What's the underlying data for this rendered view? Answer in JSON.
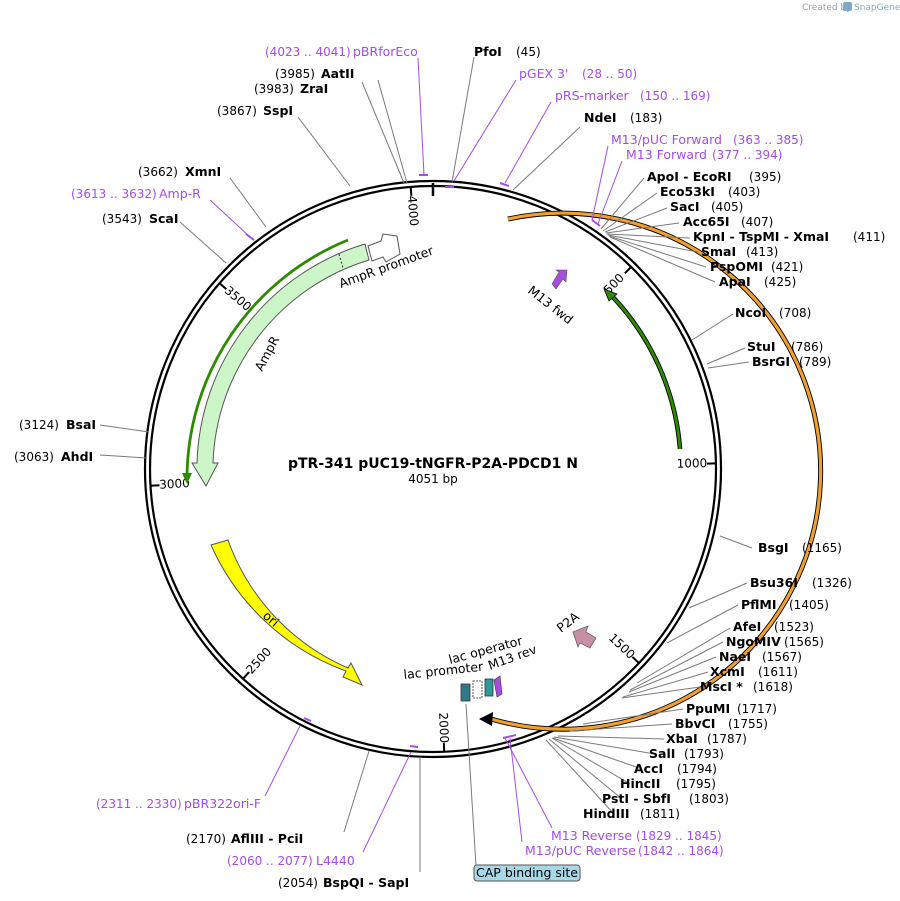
{
  "credit": {
    "prefix": "Created by",
    "brand": "SnapGene"
  },
  "plasmid": {
    "name": "pTR-341 pUC19-tNGFR-P2A-PDCD1 N",
    "length": 4051,
    "length_label": "4051 bp"
  },
  "ticks": [
    "500",
    "1000",
    "1500",
    "2000",
    "2500",
    "3000",
    "3500",
    "4000"
  ],
  "sites": [
    {
      "name": "PfoI",
      "pos": "(45)"
    },
    {
      "name": "NdeI",
      "pos": "(183)"
    },
    {
      "name": "ApoI  -  EcoRI",
      "pos": "(395)"
    },
    {
      "name": "Eco53kI",
      "pos": "(403)"
    },
    {
      "name": "SacI",
      "pos": "(405)"
    },
    {
      "name": "Acc65I",
      "pos": "(407)"
    },
    {
      "name": "KpnI  -  TspMI  -  XmaI",
      "pos": "(411)"
    },
    {
      "name": "SmaI",
      "pos": "(413)"
    },
    {
      "name": "PspOMI",
      "pos": "(421)"
    },
    {
      "name": "ApaI",
      "pos": "(425)"
    },
    {
      "name": "NcoI",
      "pos": "(708)"
    },
    {
      "name": "StuI",
      "pos": "(786)"
    },
    {
      "name": "BsrGI",
      "pos": "(789)"
    },
    {
      "name": "BsgI",
      "pos": "(1165)"
    },
    {
      "name": "Bsu36I",
      "pos": "(1326)"
    },
    {
      "name": "PflMI",
      "pos": "(1405)"
    },
    {
      "name": "AfeI",
      "pos": "(1523)"
    },
    {
      "name": "NgoMIV",
      "pos": "(1565)"
    },
    {
      "name": "NaeI",
      "pos": "(1567)"
    },
    {
      "name": "XcmI",
      "pos": "(1611)"
    },
    {
      "name": "MscI *",
      "pos": "(1618)"
    },
    {
      "name": "PpuMI",
      "pos": "(1717)"
    },
    {
      "name": "BbvCI",
      "pos": "(1755)"
    },
    {
      "name": "XbaI",
      "pos": "(1787)"
    },
    {
      "name": "SalI",
      "pos": "(1793)"
    },
    {
      "name": "AccI",
      "pos": "(1794)"
    },
    {
      "name": "HincII",
      "pos": "(1795)"
    },
    {
      "name": "PstI  -  SbfI",
      "pos": "(1803)"
    },
    {
      "name": "HindIII",
      "pos": "(1811)"
    },
    {
      "name": "BspQI  -  SapI",
      "pos": "(2054)"
    },
    {
      "name": "AflIII  -  PciI",
      "pos": "(2170)"
    },
    {
      "name": "AhdI",
      "pos": "(3063)"
    },
    {
      "name": "BsaI",
      "pos": "(3124)"
    },
    {
      "name": "ScaI",
      "pos": "(3543)"
    },
    {
      "name": "XmnI",
      "pos": "(3662)"
    },
    {
      "name": "SspI",
      "pos": "(3867)"
    },
    {
      "name": "ZraI",
      "pos": "(3983)"
    },
    {
      "name": "AatII",
      "pos": "(3985)"
    }
  ],
  "primers": [
    {
      "name": "pBRforEco",
      "range": "(4023 .. 4041)"
    },
    {
      "name": "pGEX 3'",
      "range": "(28 .. 50)"
    },
    {
      "name": "pRS-marker",
      "range": "(150 .. 169)"
    },
    {
      "name": "M13/pUC Forward",
      "range": "(363 .. 385)"
    },
    {
      "name": "M13 Forward",
      "range": "(377 .. 394)"
    },
    {
      "name": "Amp-R",
      "range": "(3613 .. 3632)"
    },
    {
      "name": "pBR322ori-F",
      "range": "(2311 .. 2330)"
    },
    {
      "name": "L4440",
      "range": "(2060 .. 2077)"
    },
    {
      "name": "M13 Reverse",
      "range": "(1829 .. 1845)"
    },
    {
      "name": "M13/pUC Reverse",
      "range": "(1842 .. 1864)"
    }
  ],
  "features": {
    "ampr_promoter": "AmpR promoter",
    "ampr": "AmpR",
    "ori": "ori",
    "m13_fwd": "M13 fwd",
    "p2a": "P2A",
    "lac_operator": "lac operator",
    "lac_promoter": "lac promoter",
    "m13_rev": "M13 rev",
    "cap_site": "CAP binding site"
  },
  "colors": {
    "backbone": "#000000",
    "ampr": "#ccf5c8",
    "ori": "#ffff00",
    "orange_orf": "#f0a030",
    "green_orf": "#2e8b00",
    "primer": "#a64de0",
    "p2a": "#c890a8",
    "cap": "#a8d8e8"
  }
}
